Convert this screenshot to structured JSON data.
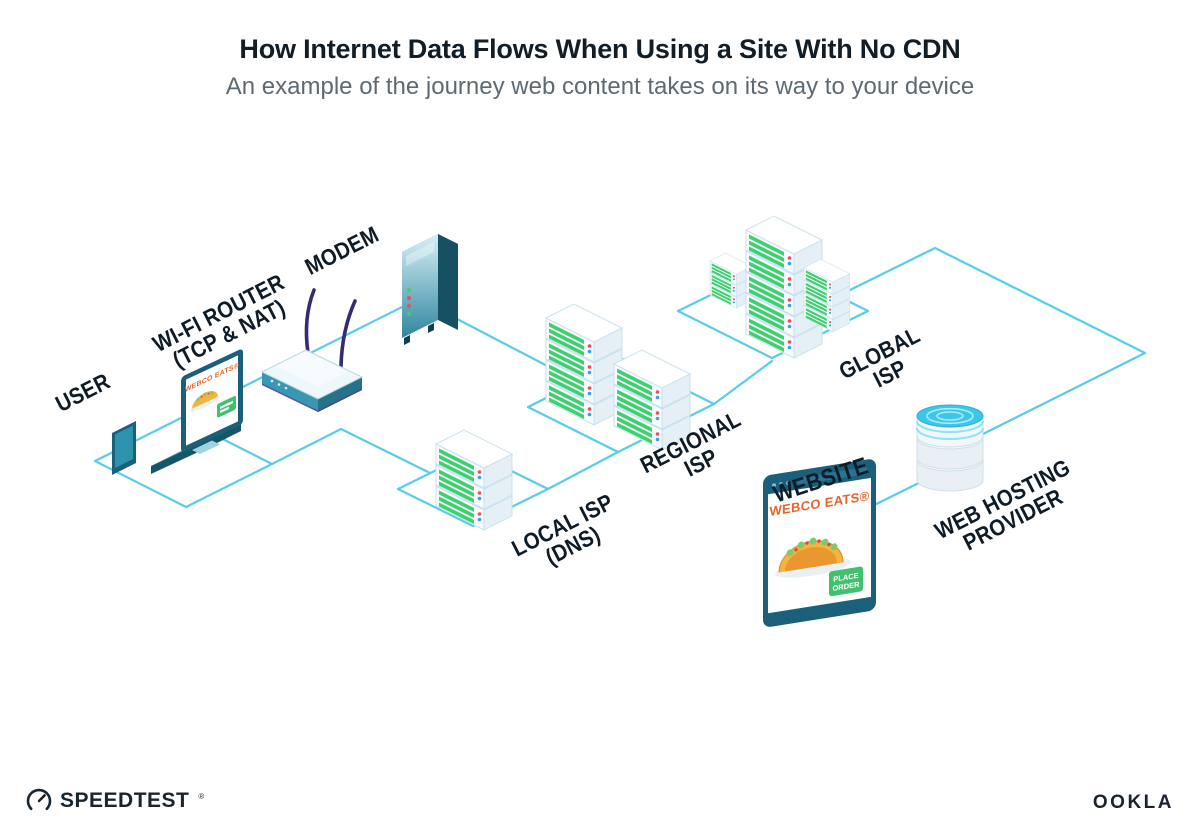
{
  "header": {
    "title": "How Internet Data Flows When Using a Site With No CDN",
    "subtitle": "An example of the journey web content takes on its way to your device"
  },
  "nodes": {
    "user": {
      "line1": "USER",
      "line2": ""
    },
    "wifi_router": {
      "line1": "WI-FI ROUTER",
      "line2": "(TCP & NAT)"
    },
    "modem": {
      "line1": "MODEM",
      "line2": ""
    },
    "local_isp": {
      "line1": "LOCAL ISP",
      "line2": "(DNS)"
    },
    "regional_isp": {
      "line1": "REGIONAL",
      "line2": "ISP"
    },
    "global_isp": {
      "line1": "GLOBAL",
      "line2": "ISP"
    },
    "website": {
      "line1": "WEBSITE",
      "line2": ""
    },
    "web_hosting": {
      "line1": "WEB HOSTING",
      "line2": "PROVIDER"
    }
  },
  "website_screen": {
    "brand": "WEBCO EATS®",
    "button_line1": "PLACE",
    "button_line2": "ORDER"
  },
  "laptop_screen": {
    "brand": "WEBCO EATS®"
  },
  "footer": {
    "speedtest": "SPEEDTEST",
    "speedtest_mark": "®",
    "ookla": "OOKLA"
  },
  "colors": {
    "connector": "#57cde9",
    "server_green": "#3ecf6e",
    "brand_orange": "#e8632a",
    "button_green": "#43c06e",
    "ink": "#10202c"
  }
}
